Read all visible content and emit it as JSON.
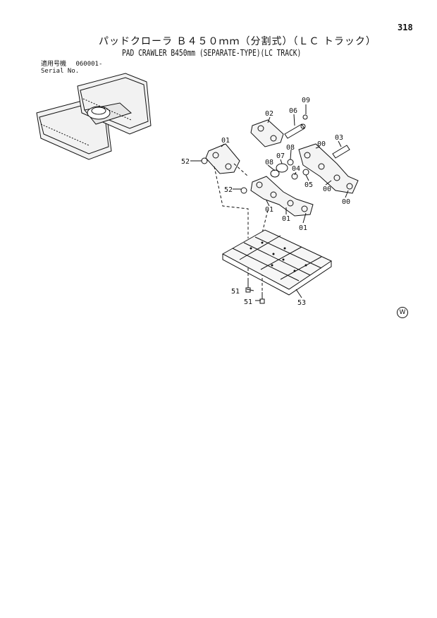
{
  "page_number": "318",
  "title_jp": "パッドクローラ Ｂ４５０ｍｍ（分割式）（ＬＣ トラック）",
  "title_en": "PAD CRAWLER B450mm (SEPARATE-TYPE)(LC TRACK)",
  "serial": {
    "label_jp": "適用号機",
    "value": "060001-",
    "label_en": "Serial No."
  },
  "callouts": {
    "c09": "09",
    "c02": "02",
    "c06": "06",
    "c03": "03",
    "c01a": "01",
    "c00a": "00",
    "c07": "07",
    "c08a": "08",
    "c08b": "08",
    "c52a": "52",
    "c04": "04",
    "c05": "05",
    "c00b": "00",
    "c00c": "00",
    "c52b": "52",
    "c01b": "01",
    "c01c": "01",
    "c01d": "01",
    "c51a": "51",
    "c51b": "51",
    "c53": "53"
  },
  "corner_mark": "W"
}
